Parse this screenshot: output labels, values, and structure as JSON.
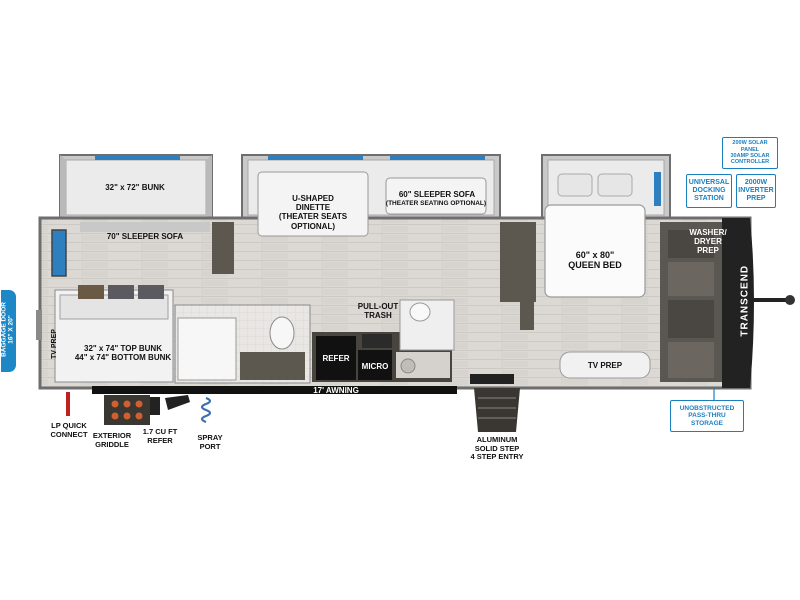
{
  "colors": {
    "floor": "#d9d6d2",
    "wall": "#6e6e6e",
    "slide_wall": "#8e8e8e",
    "accent_blue": "#1e88c7",
    "window": "#2d7fc0",
    "cabinet_dark": "#3b3733",
    "appliance_black": "#111111"
  },
  "room_labels": {
    "bunk_top": "32\" x 72\" BUNK",
    "sleeper_sofa_70": "70\" SLEEPER SOFA",
    "dinette": "U-SHAPED\nDINETTE\n(THEATER SEATS\nOPTIONAL)",
    "sleeper_sofa_60": "60\" SLEEPER SOFA",
    "sleeper_sofa_60_note": "(THEATER SEATING OPTIONAL)",
    "queen_bed": "60\" x 80\"\nQUEEN BED",
    "washer_dryer": "WASHER/\nDRYER\nPREP",
    "pullout_trash": "PULL-OUT\nTRASH",
    "bunk_bottom": "32\" x 74\" TOP BUNK\n44\" x 74\" BOTTOM BUNK",
    "tv_prep_left": "TV PREP",
    "tv_prep_right": "TV PREP",
    "refer": "REFER",
    "micro": "MICRO",
    "awning": "17' AWNING",
    "brand": "TRANSCEND"
  },
  "exterior_labels": {
    "lp_quick_connect": "LP QUICK\nCONNECT",
    "exterior_griddle": "EXTERIOR\nGRIDDLE",
    "refer_exterior": "1.7 CU FT\nREFER",
    "spray_port": "SPRAY\nPORT",
    "entry_step": "ALUMINUM\nSOLID STEP\n4 STEP ENTRY",
    "baggage_door": "BAGGAGE DOOR\n16\" X 20\""
  },
  "callouts": {
    "solar": "200W SOLAR PANEL\n30AMP SOLAR\nCONTROLLER",
    "docking_station": "UNIVERSAL\nDOCKING\nSTATION",
    "inverter": "2000W\nINVERTER\nPREP",
    "pass_thru": "UNOBSTRUCTED\nPASS-THRU\nSTORAGE"
  }
}
